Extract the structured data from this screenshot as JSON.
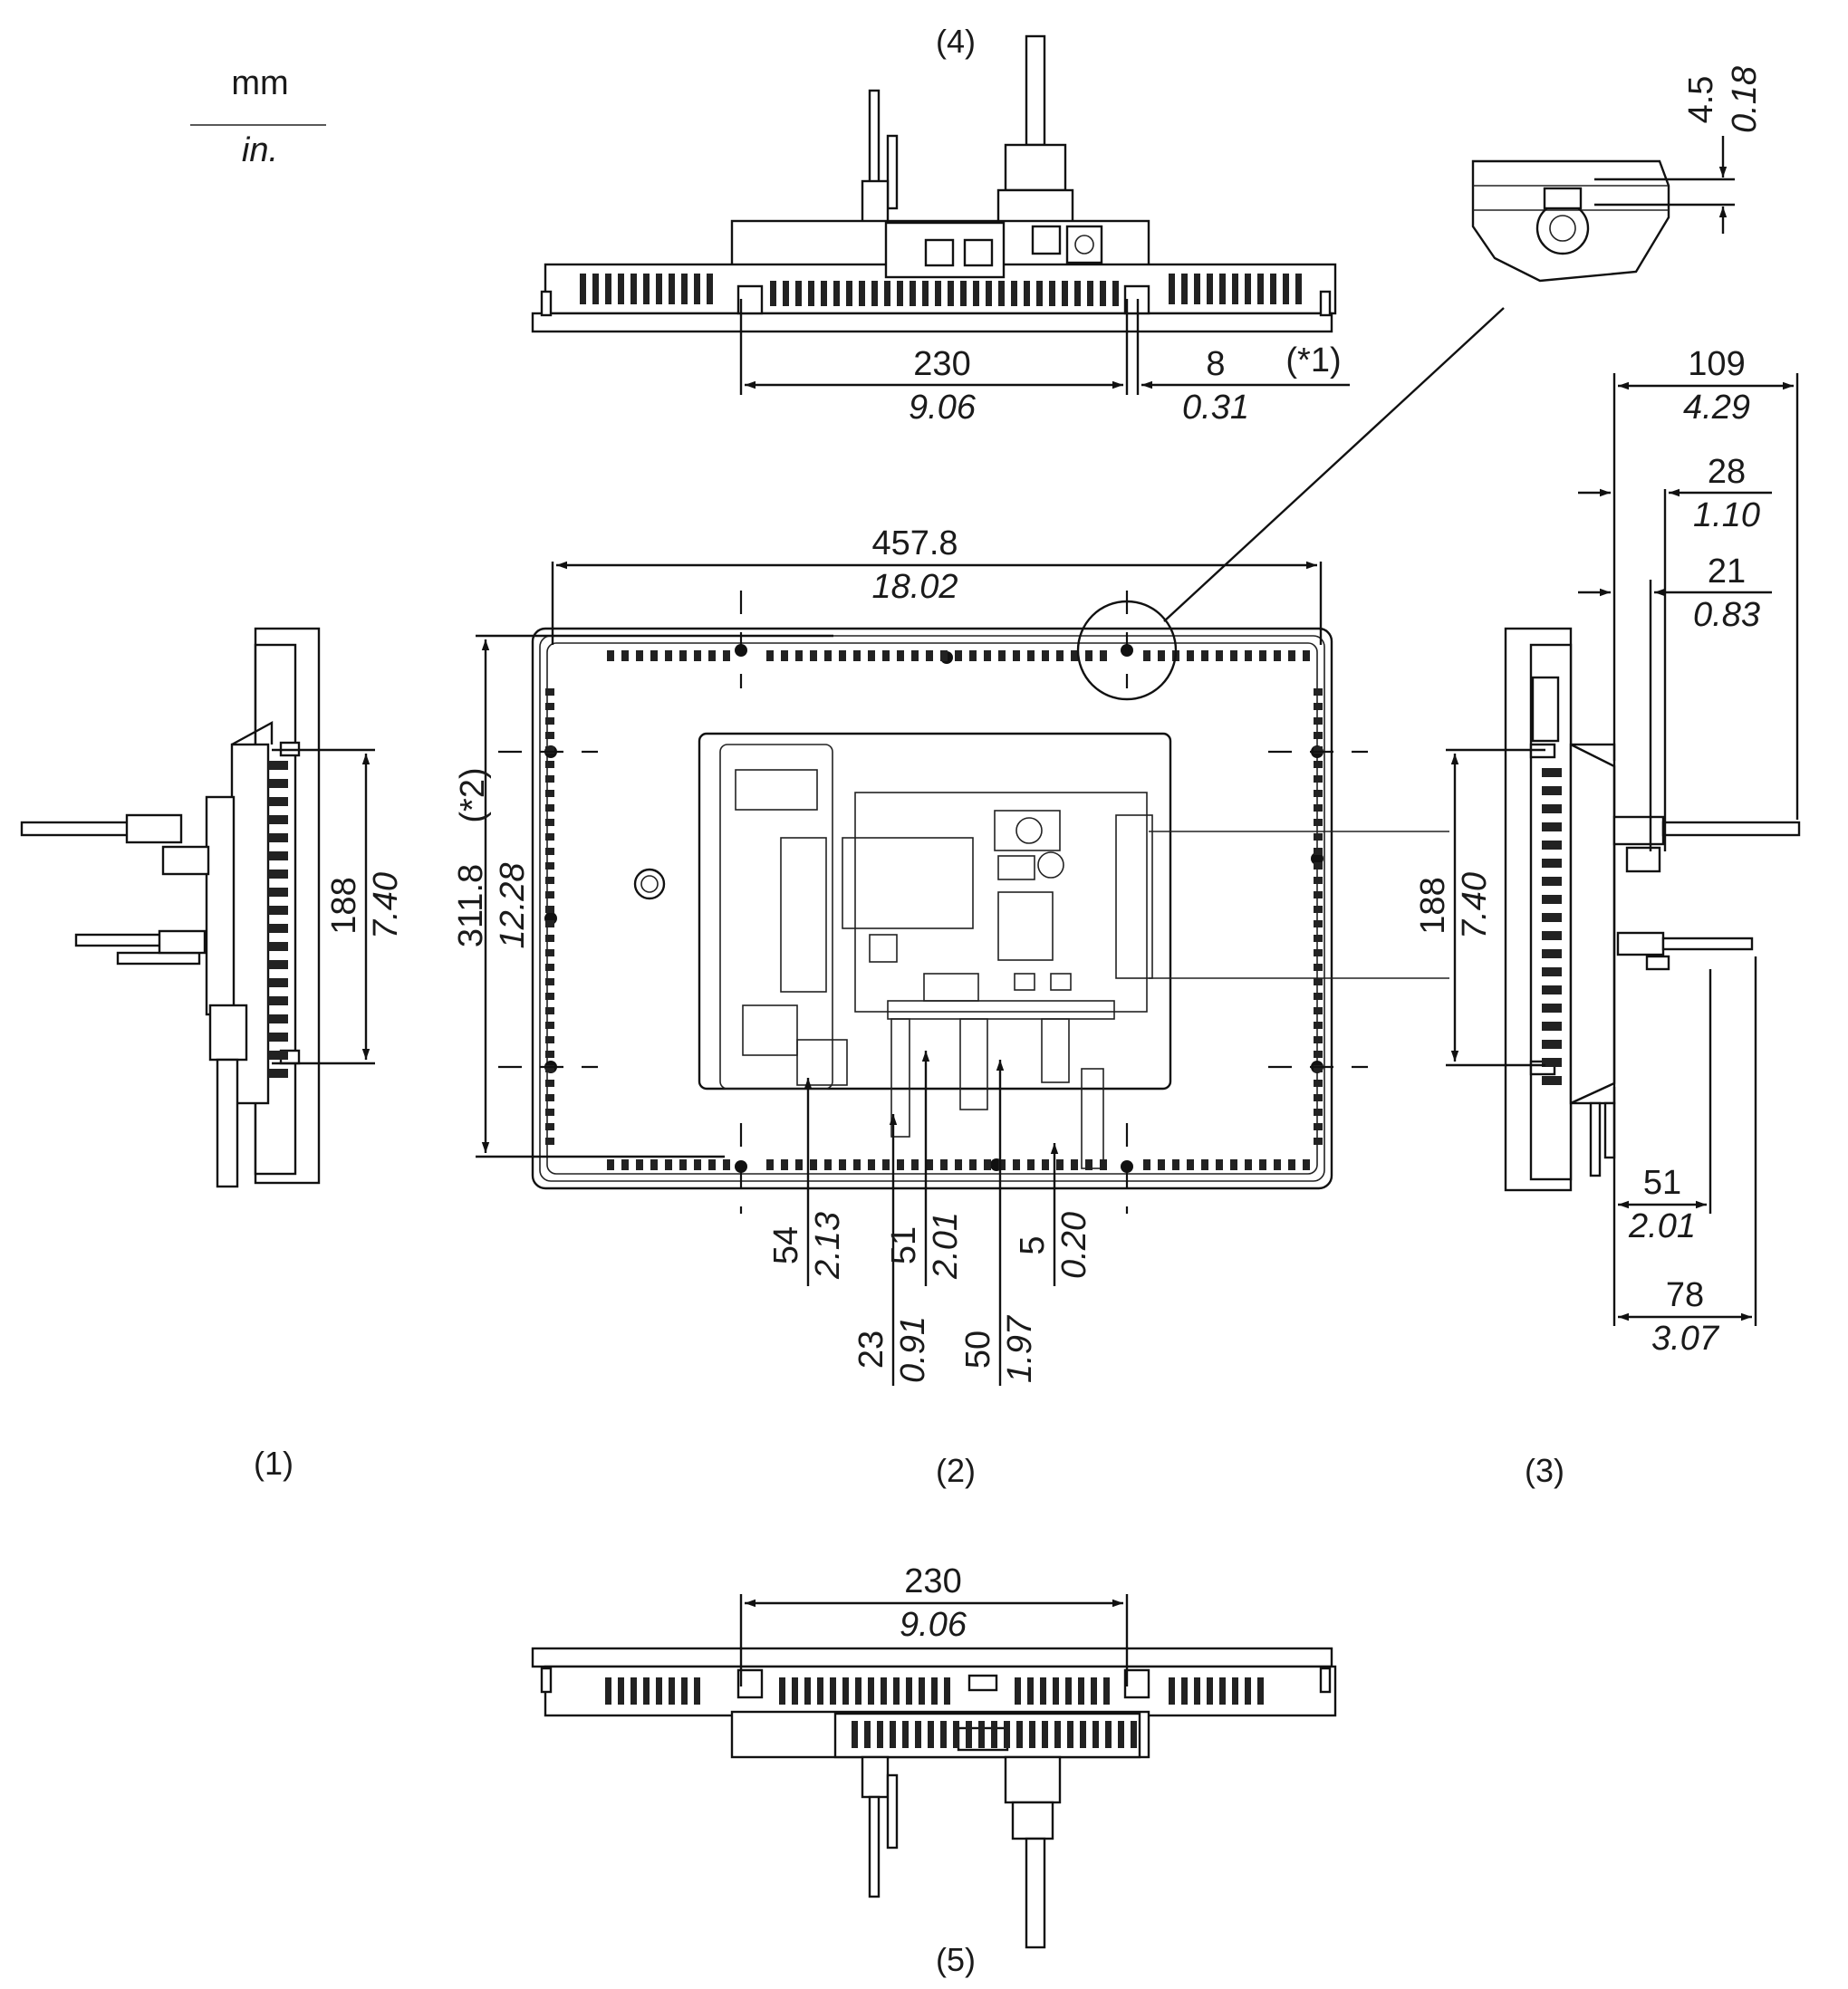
{
  "units": {
    "top": "mm",
    "bottom": "in."
  },
  "views": {
    "v1": "(1)",
    "v2": "(2)",
    "v3": "(3)",
    "v4": "(4)",
    "v5": "(5)"
  },
  "notes": {
    "n1": "(*1)",
    "n2": "(*2)"
  },
  "dimensions": {
    "top_230": {
      "mm": "230",
      "in": "9.06"
    },
    "top_8": {
      "mm": "8",
      "in": "0.31"
    },
    "width_457": {
      "mm": "457.8",
      "in": "18.02"
    },
    "height_311": {
      "mm": "311.8",
      "in": "12.28"
    },
    "left_188": {
      "mm": "188",
      "in": "7.40"
    },
    "right_188": {
      "mm": "188",
      "in": "7.40"
    },
    "d109": {
      "mm": "109",
      "in": "4.29"
    },
    "d28": {
      "mm": "28",
      "in": "1.10"
    },
    "d21": {
      "mm": "21",
      "in": "0.83"
    },
    "detail_45": {
      "mm": "4.5",
      "in": "0.18"
    },
    "d54": {
      "mm": "54",
      "in": "2.13"
    },
    "d51b": {
      "mm": "51",
      "in": "2.01"
    },
    "d5": {
      "mm": "5",
      "in": "0.20"
    },
    "d23": {
      "mm": "23",
      "in": "0.91"
    },
    "d50": {
      "mm": "50",
      "in": "1.97"
    },
    "r51": {
      "mm": "51",
      "in": "2.01"
    },
    "r78": {
      "mm": "78",
      "in": "3.07"
    },
    "bottom_230": {
      "mm": "230",
      "in": "9.06"
    }
  }
}
